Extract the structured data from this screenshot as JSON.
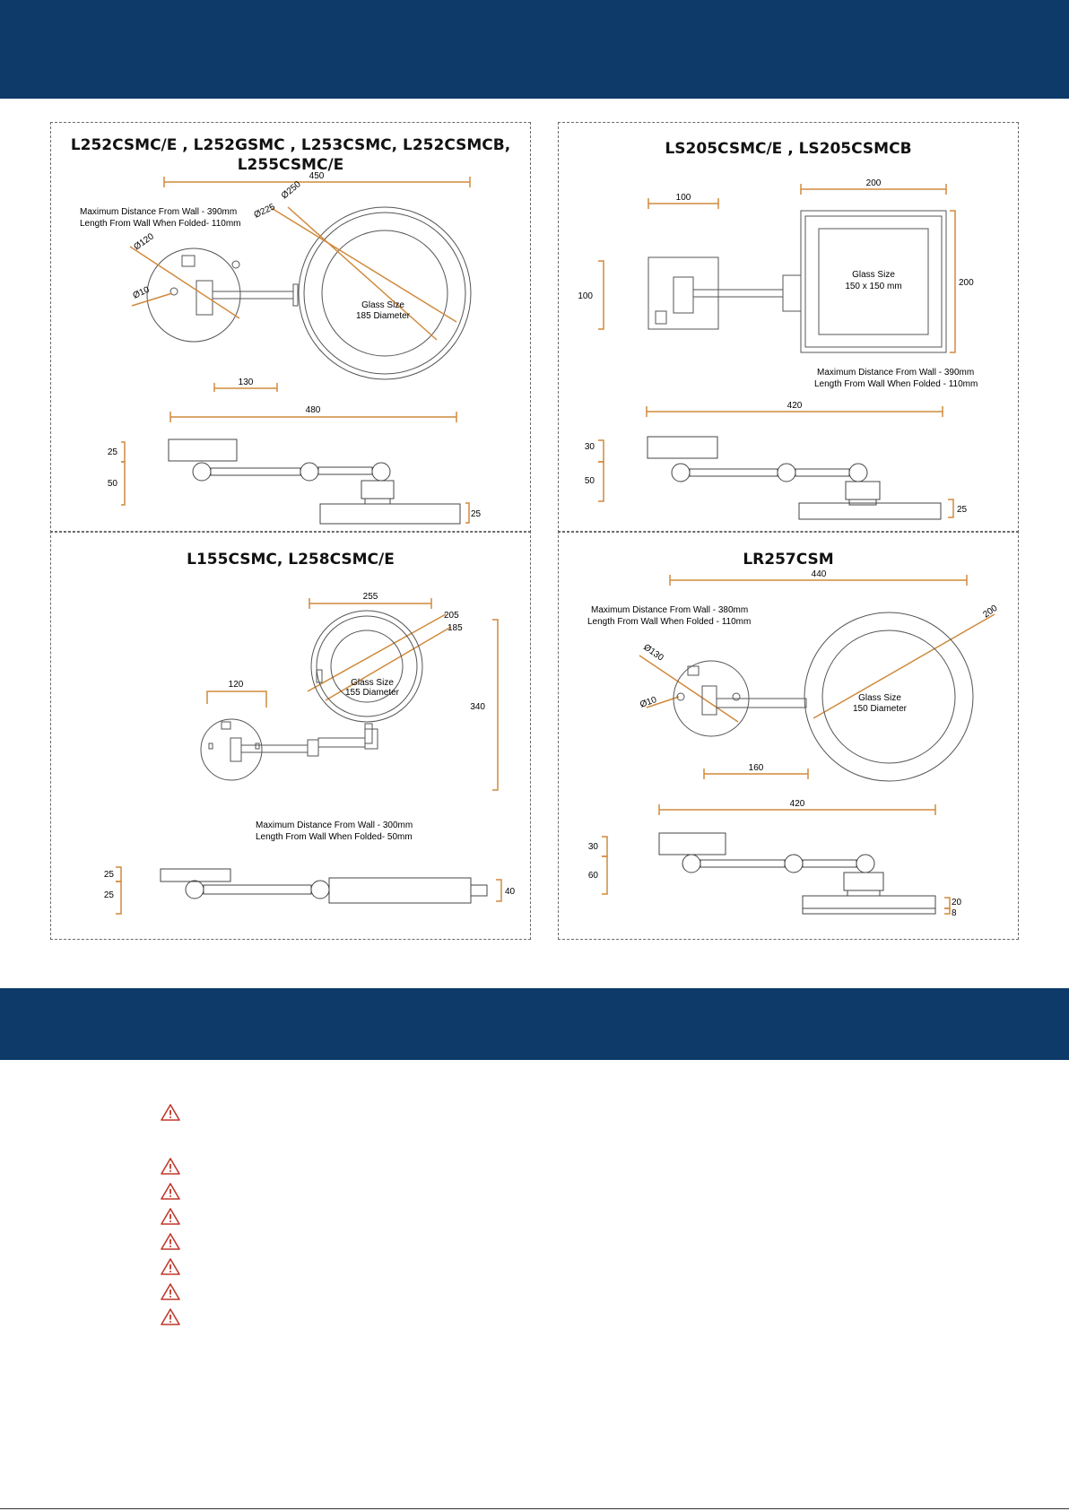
{
  "panels": [
    {
      "title_line1": "L252CSMC/E , L252GSMC , L253CSMC,  L252CSMCB,",
      "title_line2": "L255CSMC/E",
      "dim_width": "450",
      "note_line1": "Maximum Distance From Wall - 390mm",
      "note_line2": "Length From Wall When Folded- 110mm",
      "d250": "Ø250",
      "d225": "Ø225",
      "d120": "Ø120",
      "d10": "Ø10",
      "glass_line1": "Glass Size",
      "glass_line2": "185 Diameter",
      "dim_130": "130",
      "dim_480": "480",
      "dim_25a": "25",
      "dim_50": "50",
      "dim_25b": "25"
    },
    {
      "title_line1": "LS205CSMC/E , LS205CSMCB",
      "dim_100w": "100",
      "dim_200w": "200",
      "dim_100h": "100",
      "dim_200h": "200",
      "glass_line1": "Glass Size",
      "glass_line2": "150 x 150 mm",
      "note_line1": "Maximum Distance From Wall - 390mm",
      "note_line2": "Length From Wall When Folded - 110mm",
      "dim_420": "420",
      "dim_30": "30",
      "dim_50": "50",
      "dim_25": "25"
    },
    {
      "title_line1": "L155CSMC, L258CSMC/E",
      "dim_255": "255",
      "dim_205": "205",
      "dim_185": "185",
      "dim_120": "120",
      "dim_340": "340",
      "glass_line1": "Glass Size",
      "glass_line2": "155 Diameter",
      "note_line1": "Maximum Distance From Wall - 300mm",
      "note_line2": "Length From Wall When Folded- 50mm",
      "dim_25a": "25",
      "dim_25b": "25",
      "dim_40": "40"
    },
    {
      "title_line1": "LR257CSM",
      "dim_440": "440",
      "note_line1": "Maximum Distance From Wall - 380mm",
      "note_line2": "Length From Wall When Folded - 110mm",
      "d130": "Ø130",
      "d10": "Ø10",
      "d200": "200",
      "glass_line1": "Glass Size",
      "glass_line2": "150 Diameter",
      "dim_160": "160",
      "dim_420": "420",
      "dim_30": "30",
      "dim_60": "60",
      "dim_20": "20",
      "dim_8": "8"
    }
  ],
  "colors": {
    "band": "#0d3a68",
    "dimension": "#d08a3c",
    "warning": "#c0392b"
  },
  "warning_icon": "warning-triangle-icon"
}
